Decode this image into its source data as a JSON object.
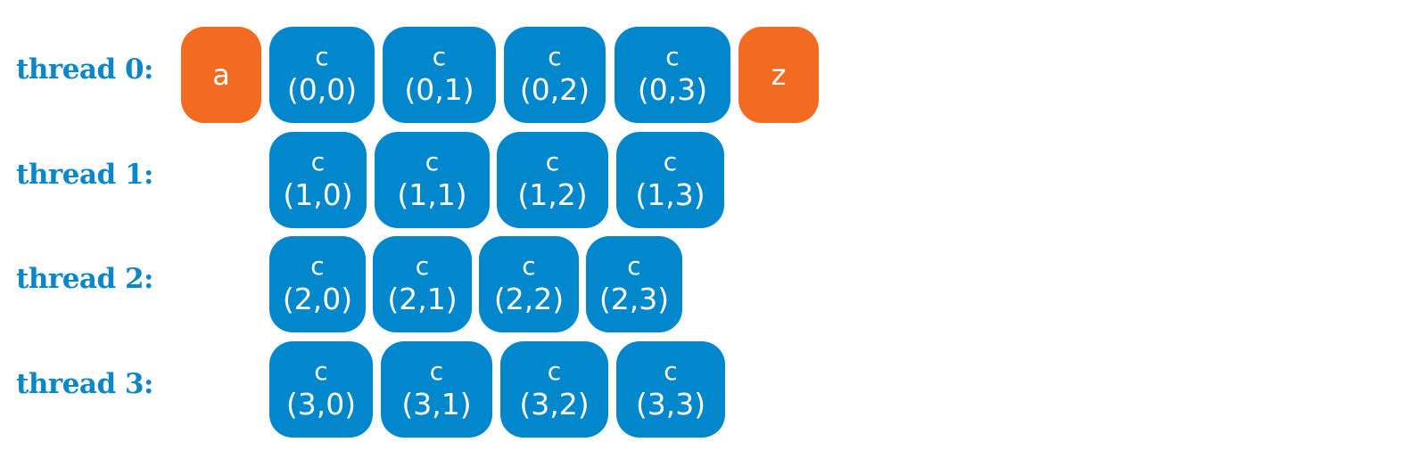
{
  "colors": {
    "label": "#0a87c9",
    "task": "#0387cc",
    "endpoint": "#f26b21",
    "text_on_box": "#ffffff"
  },
  "threads": [
    {
      "label": "thread 0:",
      "start": "a",
      "end": "z",
      "tasks": [
        {
          "name": "c",
          "coord": "(0,0)"
        },
        {
          "name": "c",
          "coord": "(0,1)"
        },
        {
          "name": "c",
          "coord": "(0,2)"
        },
        {
          "name": "c",
          "coord": "(0,3)"
        }
      ]
    },
    {
      "label": "thread 1:",
      "tasks": [
        {
          "name": "c",
          "coord": "(1,0)"
        },
        {
          "name": "c",
          "coord": "(1,1)"
        },
        {
          "name": "c",
          "coord": "(1,2)"
        },
        {
          "name": "c",
          "coord": "(1,3)"
        }
      ]
    },
    {
      "label": "thread 2:",
      "tasks": [
        {
          "name": "c",
          "coord": "(2,0)"
        },
        {
          "name": "c",
          "coord": "(2,1)"
        },
        {
          "name": "c",
          "coord": "(2,2)"
        },
        {
          "name": "c",
          "coord": "(2,3)"
        }
      ]
    },
    {
      "label": "thread 3:",
      "tasks": [
        {
          "name": "c",
          "coord": "(3,0)"
        },
        {
          "name": "c",
          "coord": "(3,1)"
        },
        {
          "name": "c",
          "coord": "(3,2)"
        },
        {
          "name": "c",
          "coord": "(3,3)"
        }
      ]
    }
  ]
}
